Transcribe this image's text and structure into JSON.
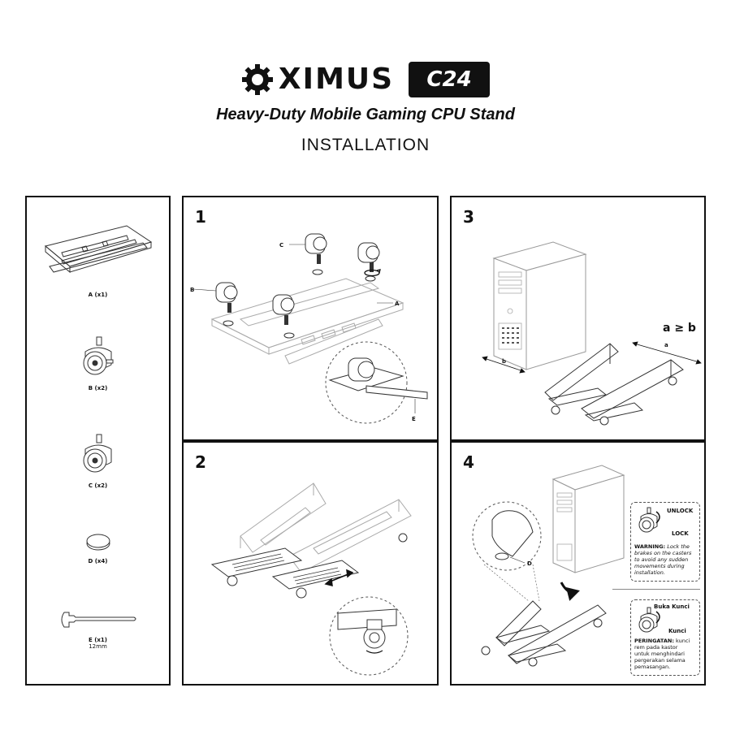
{
  "header": {
    "brand": "XIMUS",
    "model": "C24",
    "subtitle": "Heavy-Duty Mobile Gaming CPU Stand",
    "section": "INSTALLATION"
  },
  "parts": [
    {
      "label": "A (x1)"
    },
    {
      "label": "B (x2)"
    },
    {
      "label": "C (x2)"
    },
    {
      "label": "D (x4)"
    },
    {
      "label": "E (x1)",
      "sub": "12mm"
    }
  ],
  "steps": [
    {
      "number": "1",
      "callouts": [
        "C",
        "B",
        "A",
        "E"
      ]
    },
    {
      "number": "2"
    },
    {
      "number": "3",
      "labels": [
        "a ≥ b",
        "a",
        "b"
      ]
    },
    {
      "number": "4",
      "callouts": [
        "D"
      ]
    }
  ],
  "warnings": {
    "en": {
      "unlock": "UNLOCK",
      "lock": "LOCK",
      "title": "WARNING:",
      "lines": [
        "Lock the",
        "brakes on the casters",
        "to avoid any sudden",
        "movements during",
        "installation."
      ]
    },
    "id": {
      "unlock": "Buka Kunci",
      "lock": "Kunci",
      "title": "PERINGATAN:",
      "lines": [
        "kunci",
        "rem pada kastor",
        "untuk menghindari",
        "pergerakan selama",
        "pemasangan."
      ]
    }
  },
  "colors": {
    "ink": "#111111",
    "badge_bg": "#111111",
    "badge_text": "#ffffff",
    "line_gray": "#888888"
  },
  "icons": [
    "gear-logo-icon",
    "rotate-arrow-icon",
    "double-arrow-icon",
    "curved-arrow-icon"
  ]
}
